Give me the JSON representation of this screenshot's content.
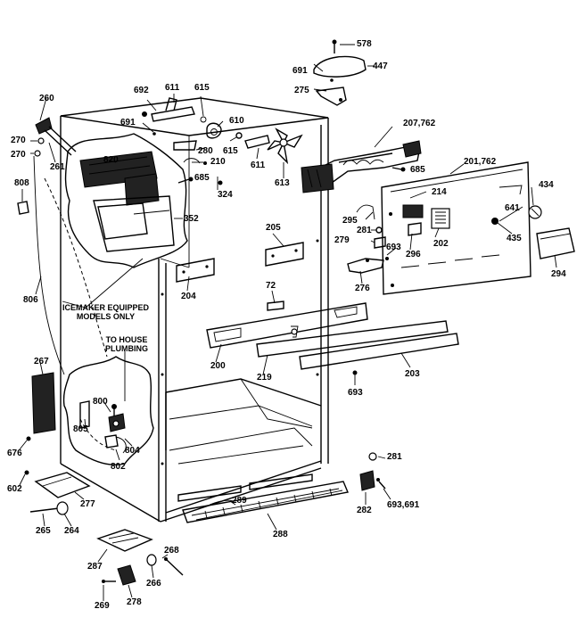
{
  "labels": {
    "p578": "578",
    "p447": "447",
    "p691a": "691",
    "p275": "275",
    "p692": "692",
    "p611a": "611",
    "p615a": "615",
    "p691b": "691",
    "p610": "610",
    "p615b": "615",
    "p611b": "611",
    "p613": "613",
    "p207": "207,762",
    "p685a": "685",
    "p201": "201,762",
    "p434": "434",
    "p260": "260",
    "p270a": "270",
    "p270b": "270",
    "p261": "261",
    "p820": "820",
    "p280": "280",
    "p210": "210",
    "p685b": "685",
    "p324": "324",
    "p352": "352",
    "p808": "808",
    "p806": "806",
    "p214": "214",
    "p295": "295",
    "p281a": "281",
    "p279": "279",
    "p693a": "693",
    "p202": "202",
    "p296": "296",
    "p641": "641",
    "p435": "435",
    "p294": "294",
    "p276": "276",
    "p205": "205",
    "p204": "204",
    "p72": "72",
    "p200": "200",
    "p219": "219",
    "p203": "203",
    "p693b": "693",
    "p267": "267",
    "p800": "800",
    "p805": "805",
    "p804": "804",
    "p802": "802",
    "p676": "676",
    "p602": "602",
    "p277": "277",
    "p265": "265",
    "p264": "264",
    "p289": "289",
    "p288": "288",
    "p281b": "281",
    "p282": "282",
    "p693c": "693,691",
    "p287": "287",
    "p268": "268",
    "p266": "266",
    "p269": "269",
    "p278": "278"
  },
  "notes": {
    "icemaker_line1": "ICEMAKER EQUIPPED",
    "icemaker_line2": "MODELS ONLY",
    "plumbing_line1": "TO HOUSE",
    "plumbing_line2": "PLUMBING"
  }
}
